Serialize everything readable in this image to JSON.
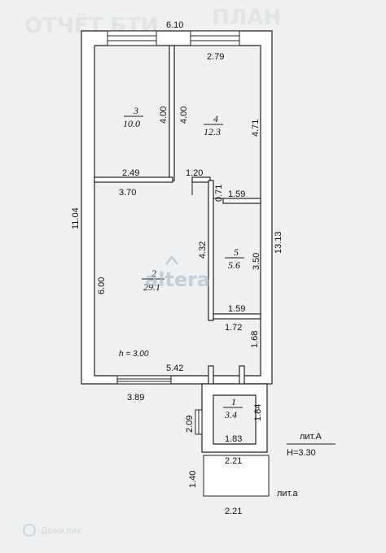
{
  "dimensions": {
    "top_width": "6.10",
    "room4_top": "2.79",
    "room3_h_right": "4.00",
    "room4_h_left": "4.00",
    "room4_h_right": "4.71",
    "partition_249": "2.49",
    "partition_120": "1.20",
    "partition_370": "3.70",
    "partition_071": "0.71",
    "room5_top": "1.59",
    "total_height": "11.04",
    "right_height": "13.13",
    "hall_left_h": "6.00",
    "hall_inner_h": "4.32",
    "room5_h": "3.50",
    "room5_bottom": "1.59",
    "corr_172": "1.72",
    "corr_168": "1.68",
    "bottom_542": "5.42",
    "bottom_389": "3.89",
    "vest_209": "2.09",
    "vest_184": "1.84",
    "vest_183": "1.83",
    "porch_221_top": "2.21",
    "porch_140": "1.40",
    "porch_221_bottom": "2.21"
  },
  "rooms": [
    {
      "num": "3",
      "area": "10.0"
    },
    {
      "num": "4",
      "area": "12.3"
    },
    {
      "num": "2",
      "area": "29.1"
    },
    {
      "num": "5",
      "area": "5.6"
    },
    {
      "num": "1",
      "area": "3.4"
    }
  ],
  "labels": {
    "ceiling_height": "h = 3.00",
    "lit_a_upper": "лит.А",
    "building_height": "Н=3.30",
    "lit_a_lower": "лит.а"
  },
  "watermark": {
    "brand": "altera",
    "footer": "Домклик"
  },
  "colors": {
    "background": "#eef0f1",
    "walls": "#222222",
    "watermark": "#d7dadd"
  }
}
